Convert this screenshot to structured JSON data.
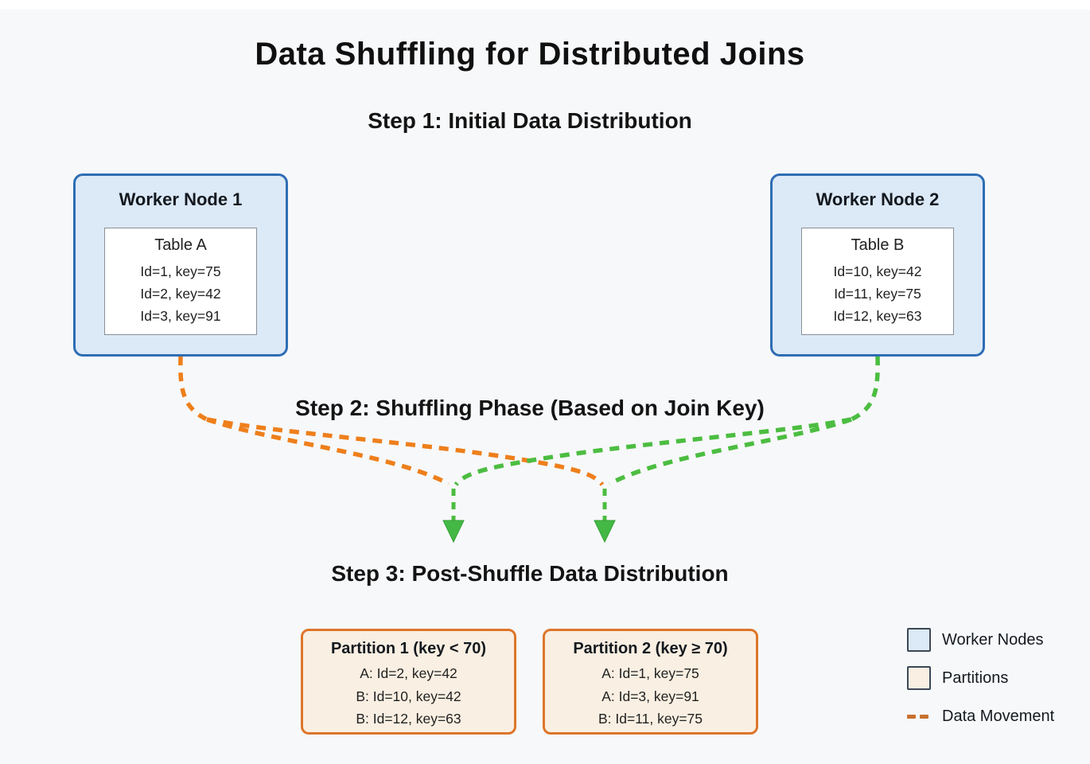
{
  "title": "Data Shuffling for Distributed Joins",
  "steps": {
    "step1": "Step 1: Initial Data Distribution",
    "step2": "Step 2: Shuffling Phase (Based on Join Key)",
    "step3": "Step 3: Post-Shuffle Data Distribution"
  },
  "worker_nodes": [
    {
      "title": "Worker Node 1",
      "table_name": "Table A",
      "rows": [
        "Id=1, key=75",
        "Id=2, key=42",
        "Id=3, key=91"
      ]
    },
    {
      "title": "Worker Node 2",
      "table_name": "Table B",
      "rows": [
        "Id=10, key=42",
        "Id=11, key=75",
        "Id=12, key=63"
      ]
    }
  ],
  "partitions": [
    {
      "title": "Partition 1 (key < 70)",
      "rows": [
        "A: Id=2, key=42",
        "B: Id=10, key=42",
        "B: Id=12, key=63"
      ]
    },
    {
      "title": "Partition 2 (key ≥ 70)",
      "rows": [
        "A: Id=1, key=75",
        "A: Id=3, key=91",
        "B: Id=11, key=75"
      ]
    }
  ],
  "legend": {
    "worker_nodes_label": "Worker Nodes",
    "partitions_label": "Partitions",
    "data_movement_label": "Data Movement"
  },
  "colors": {
    "background": "#f7f8fa",
    "worker_node_fill": "#dce9f7",
    "worker_node_border": "#2e6db4",
    "partition_fill": "#f9efe2",
    "partition_border": "#dd762a",
    "data_movement_orange": "#ee7f1b",
    "data_movement_green": "#4cbd41",
    "legend_dash_orange": "#c8702f"
  }
}
